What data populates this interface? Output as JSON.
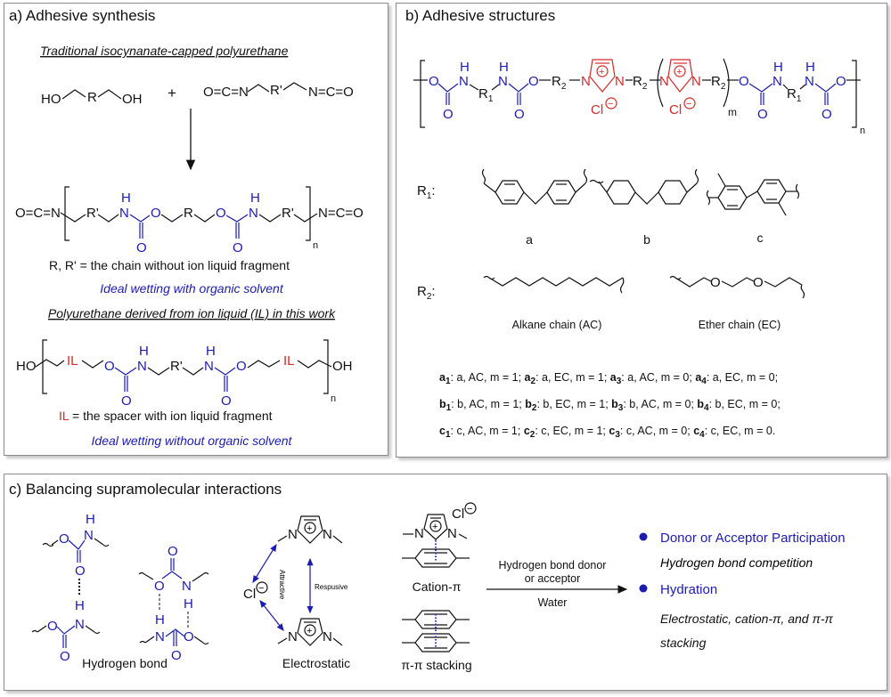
{
  "atoms": {
    "O": "O",
    "N": "N",
    "H": "H",
    "HO": "HO",
    "OH": "OH",
    "R": "R",
    "Rp": "R'",
    "OCN": "O=C=N",
    "NCO": "N=C=O",
    "IL": "IL",
    "Cl": "Cl",
    "n": "n",
    "m": "m",
    "s1": "1",
    "s2": "2",
    "plus": "+",
    "minus": "−"
  },
  "panel_a": {
    "title": "a) Adhesive  synthesis",
    "traditional_heading": "Traditional isocynanate-capped polyurethane",
    "reaction_plus": "+",
    "r_definition": "R, R' = the chain without ion liquid fragment",
    "traditional_note": "Ideal wetting with organic solvent",
    "il_heading": "Polyurethane derived from ion liquid (IL) in this work",
    "il_definition_label": "IL",
    "il_definition": " = the spacer with ion liquid fragment",
    "il_note": "Ideal wetting without organic solvent"
  },
  "panel_b": {
    "title": "b) Adhesive structures",
    "r1_label": "R",
    "r2_label": "R",
    "structure_labels": [
      "a",
      "b",
      "c"
    ],
    "r2_chains": [
      "Alkane chain (AC)",
      "Ether chain (EC)"
    ],
    "compositions": [
      [
        {
          "id": "a",
          "sub": "1",
          "desc": ": a, AC, m = 1; "
        },
        {
          "id": "a",
          "sub": "2",
          "desc": ": a, EC, m = 1; "
        },
        {
          "id": "a",
          "sub": "3",
          "desc": ": a, AC, m = 0; "
        },
        {
          "id": "a",
          "sub": "4",
          "desc": ": a, EC, m = 0;"
        }
      ],
      [
        {
          "id": "b",
          "sub": "1",
          "desc": ": b, AC, m = 1; "
        },
        {
          "id": "b",
          "sub": "2",
          "desc": ": b, EC, m = 1; "
        },
        {
          "id": "b",
          "sub": "3",
          "desc": ": b, AC, m = 0; "
        },
        {
          "id": "b",
          "sub": "4",
          "desc": ": b, EC, m = 0;"
        }
      ],
      [
        {
          "id": "c",
          "sub": "1",
          "desc": ": c, AC, m = 1; "
        },
        {
          "id": "c",
          "sub": "2",
          "desc": ": c, EC, m = 1; "
        },
        {
          "id": "c",
          "sub": "3",
          "desc": ": c, AC, m = 0; "
        },
        {
          "id": "c",
          "sub": "4",
          "desc": ": c, EC, m = 0."
        }
      ]
    ]
  },
  "panel_c": {
    "title": "c) Balancing supramolecular interactions",
    "hydrogen_bond": "Hydrogen bond",
    "electrostatic": "Electrostatic",
    "attractive": "Attractive",
    "repulsive": "Respusive",
    "cation_pi": "Cation-π",
    "pi_pi": "π-π stacking",
    "arrow_top_1": "Hydrogen bond donor",
    "arrow_top_2": "or acceptor",
    "arrow_bottom": "Water",
    "outcomes": [
      {
        "heading": "Donor or Acceptor Participation",
        "detail": "Hydrogen bond competition"
      },
      {
        "heading": "Hydration",
        "detail": "Electrostatic,  cation-π, and π-π stacking"
      }
    ]
  },
  "colors": {
    "blue": "#1c1cb0",
    "red": "#d42a2a"
  }
}
